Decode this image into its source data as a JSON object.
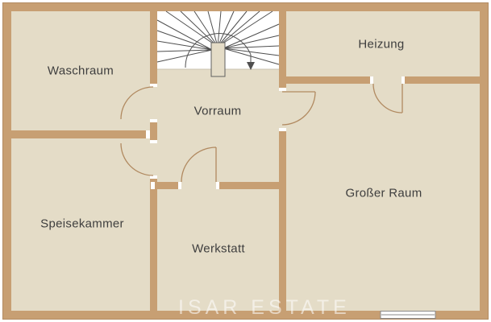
{
  "rooms": [
    {
      "id": "waschraum",
      "label": "Waschraum"
    },
    {
      "id": "heizung",
      "label": "Heizung"
    },
    {
      "id": "vorraum",
      "label": "Vorraum"
    },
    {
      "id": "speisekammer",
      "label": "Speisekammer"
    },
    {
      "id": "werkstatt",
      "label": "Werkstatt"
    },
    {
      "id": "grosser-raum",
      "label": "Großer Raum"
    }
  ],
  "watermark": "ISAR ESTATE",
  "features": {
    "staircase": "u-shaped winder staircase, top center, walk line with down arrow",
    "doors": 5,
    "window": "double-line window in bottom wall of Großer Raum"
  },
  "colors": {
    "wall": "#c79f73",
    "floor": "#e4dcc7",
    "stair_background": "#ffffff",
    "stair_lines": "#4f4f4f",
    "door_arc": "#b18a61",
    "label_text": "#3e3e3e",
    "window_frame": "#8a8a8a",
    "watermark_text": "rgba(255,255,255,0.55)"
  }
}
